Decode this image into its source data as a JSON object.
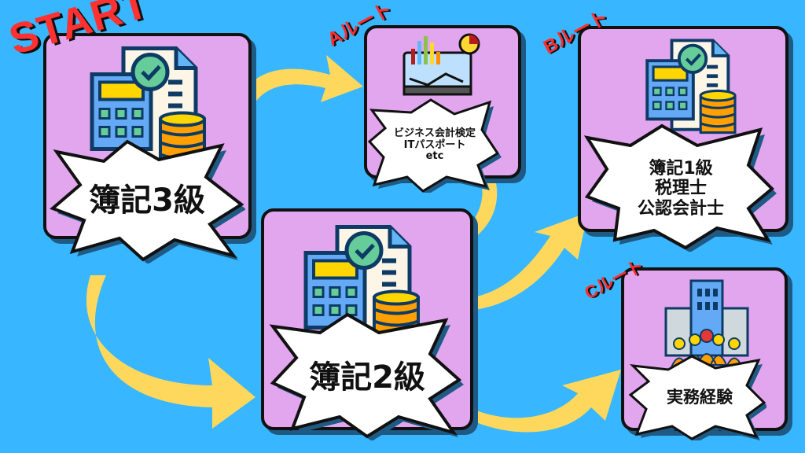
{
  "start_label": "START",
  "routes": {
    "a": "Aルート",
    "b": "Bルート",
    "c": "Cルート"
  },
  "nodes": {
    "boki3": "簿記3級",
    "boki2": "簿記2級",
    "route_a": "ビジネス会計検定\nITパスポート\netc",
    "route_b": "簿記1級\n税理士\n公認会計士",
    "route_c": "実務経験"
  },
  "colors": {
    "background": "#38b6ff",
    "card": "#e2a6ee",
    "arrow": "#fdd85d",
    "accent": "#ff3131"
  }
}
